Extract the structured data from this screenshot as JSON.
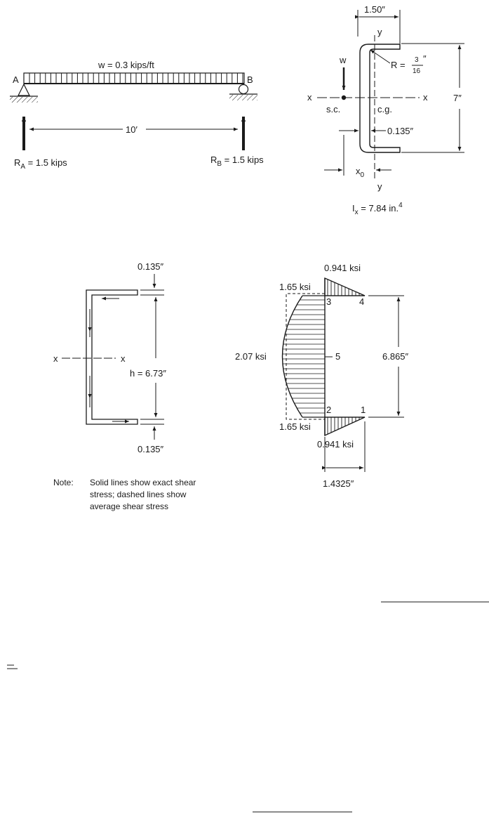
{
  "beam": {
    "load_label": "w = 0.3 kips/ft",
    "end_a": "A",
    "end_b": "B",
    "span": "10′",
    "ra_label": "R",
    "ra_sub": "A",
    "ra_value": " = 1.5 kips",
    "rb_label": "R",
    "rb_sub": "B",
    "rb_value": " = 1.5 kips"
  },
  "section": {
    "flange_width": "1.50″",
    "y_top": "y",
    "y_bottom": "y",
    "w": "w",
    "radius_prefix": "R = ",
    "radius_num": "3",
    "radius_den": "16",
    "radius_unit": "″",
    "x_left": "x",
    "x_right": "x",
    "shear_center": "s.c.",
    "centroid": "c.g.",
    "depth": "7″",
    "web_thickness": "0.135″",
    "xo": "x",
    "xo_sub": "0",
    "ix_label": "I",
    "ix_sub": "x",
    "ix_value": " = 7.84 in.",
    "ix_exp": "4"
  },
  "flow": {
    "top_thickness": "0.135″",
    "bottom_thickness": "0.135″",
    "x_left": "x",
    "x_right": "x",
    "h_label": "h = 6.73″",
    "note_title": "Note:",
    "note_line1": "Solid lines show exact shear",
    "note_line2": "stress; dashed lines show",
    "note_line3": "average shear stress"
  },
  "stress": {
    "top_flange": "0.941 ksi",
    "bottom_flange": "0.941 ksi",
    "top_web": "1.65 ksi",
    "bottom_web": "1.65 ksi",
    "max_web": "2.07 ksi",
    "pt1": "1",
    "pt2": "2",
    "pt3": "3",
    "pt4": "4",
    "pt5": "5",
    "height": "6.865″",
    "width": "1.4325″"
  },
  "colors": {
    "ink": "#1a1a1a",
    "paper": "#ffffff"
  }
}
